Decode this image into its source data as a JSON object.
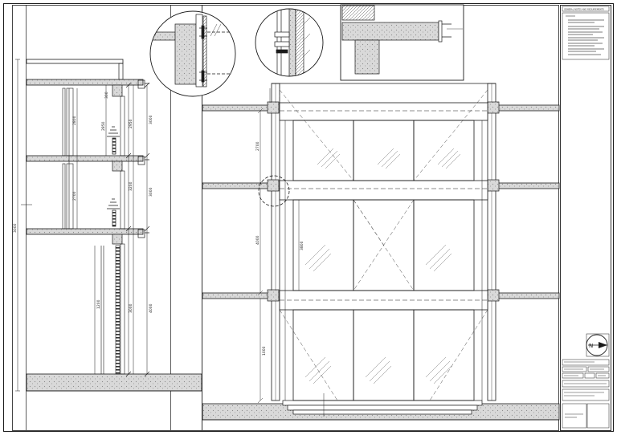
{
  "sheet": {
    "notes_heading": "GENERAL NOTES AND REQUIREMENTS",
    "north_label": "N"
  },
  "dimensions": {
    "left_section": [
      "2800",
      "2850",
      "2700",
      "2950",
      "3000",
      "3000",
      "3200",
      "3000",
      "4000",
      "1200",
      "3000",
      "300"
    ],
    "elevation": [
      "2700",
      "4000",
      "3800",
      "1000"
    ]
  },
  "colors": {
    "line": "#1a1a1a",
    "concrete_fill": "#d9d9d9",
    "concrete_dots": "#8c8c8c",
    "paper": "#ffffff"
  },
  "icons": [
    "north-arrow-icon",
    "detail-callout-icon"
  ]
}
